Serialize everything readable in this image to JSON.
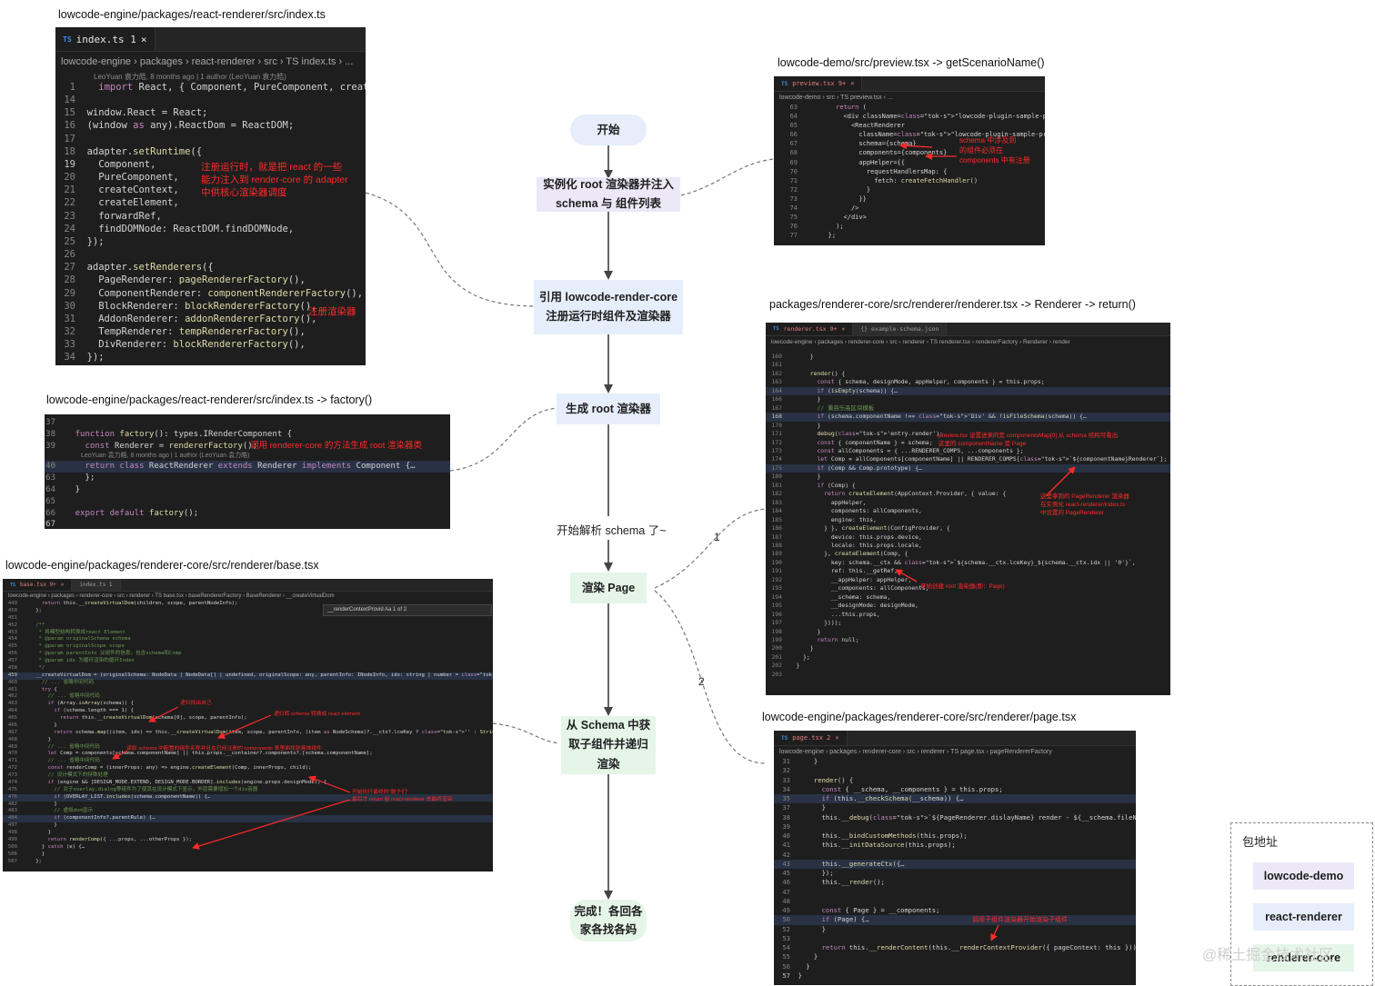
{
  "captions": {
    "index_ts": "lowcode-engine/packages/react-renderer/src/index.ts",
    "preview": "lowcode-demo/src/preview.tsx -> getScenarioName()",
    "renderer": "packages/renderer-core/src/renderer/renderer.tsx -> Renderer -> return()",
    "factory": "lowcode-engine/packages/react-renderer/src/index.ts -> factory()",
    "base": "lowcode-engine/packages/renderer-core/src/renderer/base.tsx",
    "page": "lowcode-engine/packages/renderer-core/src/renderer/page.tsx"
  },
  "panel_index": {
    "tab": "index.ts 1",
    "breadcrumb": "lowcode-engine › packages › react-renderer › src › TS index.ts › ...",
    "blame": "LeoYuan 袁力皓, 8 months ago | 1 author (LeoYuan 袁力皓)",
    "lines": [
      {
        "n": "1",
        "t": "  import React, { Component, PureComponent, createEleme"
      },
      {
        "n": "14",
        "t": ""
      },
      {
        "n": "15",
        "t": "window.React = React;"
      },
      {
        "n": "16",
        "t": "(window as any).ReactDom = ReactDOM;"
      },
      {
        "n": "17",
        "t": ""
      },
      {
        "n": "18",
        "t": "adapter.setRuntime({"
      },
      {
        "n": "19",
        "t": "  Component,"
      },
      {
        "n": "20",
        "t": "  PureComponent,"
      },
      {
        "n": "21",
        "t": "  createContext,"
      },
      {
        "n": "22",
        "t": "  createElement,"
      },
      {
        "n": "23",
        "t": "  forwardRef,"
      },
      {
        "n": "24",
        "t": "  findDOMNode: ReactDOM.findDOMNode,"
      },
      {
        "n": "25",
        "t": "});"
      },
      {
        "n": "26",
        "t": ""
      },
      {
        "n": "27",
        "t": "adapter.setRenderers({"
      },
      {
        "n": "28",
        "t": "  PageRenderer: pageRendererFactory(),"
      },
      {
        "n": "29",
        "t": "  ComponentRenderer: componentRendererFactory(),"
      },
      {
        "n": "30",
        "t": "  BlockRenderer: blockRendererFactory(),"
      },
      {
        "n": "31",
        "t": "  AddonRenderer: addonRendererFactory(),"
      },
      {
        "n": "32",
        "t": "  TempRenderer: tempRendererFactory(),"
      },
      {
        "n": "33",
        "t": "  DivRenderer: blockRendererFactory(),"
      },
      {
        "n": "34",
        "t": "});"
      }
    ],
    "note1": "注册运行时，就是把 react 的一些\n能力注入到 render-core 的 adapter\n中供核心渲染器调度",
    "note2": "注册渲染器"
  },
  "panel_preview": {
    "tab": "preview.tsx 9+",
    "breadcrumb": "lowcode-demo › src › TS preview.tsx › ...",
    "lines": [
      {
        "n": "63",
        "t": "        return ("
      },
      {
        "n": "64",
        "t": "          <div className=\"lowcode-plugin-sample-preview\">"
      },
      {
        "n": "65",
        "t": "            <ReactRenderer"
      },
      {
        "n": "66",
        "t": "              className=\"lowcode-plugin-sample-preview-content\""
      },
      {
        "n": "67",
        "t": "              schema={schema}"
      },
      {
        "n": "68",
        "t": "              components={components}"
      },
      {
        "n": "69",
        "t": "              appHelper={{"
      },
      {
        "n": "70",
        "t": "                requestHandlersMap: {"
      },
      {
        "n": "71",
        "t": "                  fetch: createFetchHandler()"
      },
      {
        "n": "72",
        "t": "                }"
      },
      {
        "n": "73",
        "t": "              }}"
      },
      {
        "n": "74",
        "t": "            />"
      },
      {
        "n": "75",
        "t": "          </div>"
      },
      {
        "n": "76",
        "t": "        );"
      },
      {
        "n": "77",
        "t": "      };"
      }
    ],
    "note": "schema 中涉及到\n的组件必须在\ncomponents 中有注册"
  },
  "panel_renderer": {
    "tab1": "renderer.tsx 9+",
    "tab2": "{} example-schema.json",
    "breadcrumb": "lowcode-engine › packages › renderer-core › src › renderer › TS renderer.tsx › rendererFactory › Renderer › render",
    "lines": [
      {
        "n": "160",
        "t": "      }"
      },
      {
        "n": "161",
        "t": ""
      },
      {
        "n": "162",
        "t": "      render() {"
      },
      {
        "n": "163",
        "t": "        const { schema, designMode, appHelper, components } = this.props;"
      },
      {
        "n": "164",
        "t": "        if (isEmpty(schema)) {…"
      },
      {
        "n": "166",
        "t": "        }"
      },
      {
        "n": "167",
        "t": "        // 兼容乐高区块模板"
      },
      {
        "n": "168",
        "t": "        if (schema.componentName !== 'Div' && !isFileSchema(schema)) {…"
      },
      {
        "n": "170",
        "t": "        }"
      },
      {
        "n": "171",
        "t": "        debug('entry.render');"
      },
      {
        "n": "172",
        "t": "        const { componentName } = schema;"
      },
      {
        "n": "173",
        "t": "        const allComponents = { ...RENDERER_COMPS, ...components };"
      },
      {
        "n": "174",
        "t": "        let Comp = allComponents[componentName] || RENDERER_COMPS[`${componentName}Renderer`];"
      },
      {
        "n": "175",
        "t": "        if (Comp && Comp.prototype) {…"
      },
      {
        "n": "180",
        "t": "        }"
      },
      {
        "n": "181",
        "t": "        if (Comp) {"
      },
      {
        "n": "182",
        "t": "          return createElement(AppContext.Provider, { value: {"
      },
      {
        "n": "183",
        "t": "            appHelper,"
      },
      {
        "n": "184",
        "t": "            components: allComponents,"
      },
      {
        "n": "185",
        "t": "            engine: this,"
      },
      {
        "n": "186",
        "t": "          } }, createElement(ConfigProvider, {"
      },
      {
        "n": "187",
        "t": "            device: this.props.device,"
      },
      {
        "n": "188",
        "t": "            locale: this.props.locale,"
      },
      {
        "n": "189",
        "t": "          }, createElement(Comp, {"
      },
      {
        "n": "190",
        "t": "            key: schema.__ctx && `${schema.__ctx.lceKey}_${schema.__ctx.idx || '0'}`,"
      },
      {
        "n": "191",
        "t": "            ref: this.__getRef,"
      },
      {
        "n": "192",
        "t": "            __appHelper: appHelper,"
      },
      {
        "n": "193",
        "t": "            __components: allComponents,"
      },
      {
        "n": "194",
        "t": "            __schema: schema,"
      },
      {
        "n": "195",
        "t": "            __designMode: designMode,"
      },
      {
        "n": "196",
        "t": "            ...this.props,"
      },
      {
        "n": "197",
        "t": "          })));"
      },
      {
        "n": "198",
        "t": "        }"
      },
      {
        "n": "199",
        "t": "        return null;"
      },
      {
        "n": "200",
        "t": "      }"
      },
      {
        "n": "201",
        "t": "    };"
      },
      {
        "n": "202",
        "t": "  }"
      },
      {
        "n": "203",
        "t": ""
      }
    ],
    "note1": "preview.tsx 设置进来的是 componentsMap[0] 从 schema 结构可看出\n这里的 componentName 是 Page",
    "note2": "这里拿到的 PageRenderer 渲染器\n在实例化 react-renderer/index.ts\n中设置的 PageRenderer",
    "note3": "开始创建 root 渲染器(即：Page)"
  },
  "panel_factory": {
    "blame": "LeoYuan 袁力皓, 8 months ago | 1 author (LeoYuan 袁力皓)",
    "lines": [
      {
        "n": "37",
        "t": ""
      },
      {
        "n": "38",
        "t": "  function factory(): types.IRenderComponent {"
      },
      {
        "n": "39",
        "t": "    const Renderer = rendererFactory();"
      },
      {
        "n": "40",
        "t": "    return class ReactRenderer extends Renderer implements Component {…"
      },
      {
        "n": "63",
        "t": "    };"
      },
      {
        "n": "64",
        "t": "  }"
      },
      {
        "n": "65",
        "t": ""
      },
      {
        "n": "66",
        "t": "  export default factory();"
      },
      {
        "n": "67",
        "t": ""
      }
    ],
    "note": "调用 renderer-core 的方法生成 root 渲染器类"
  },
  "panel_base": {
    "tab1": "base.tsx 9+",
    "tab2": "index.ts 1",
    "breadcrumb": "lowcode-engine › packages › renderer-core › src › renderer › TS base.tsx › baseRendererFactory › BaseRenderer › __createVirtualDom",
    "find": "__renderContextProvid  Aa  1 of 2",
    "lines": [
      {
        "n": "449",
        "t": "      return this.__createVirtualDom(children, scope, parentNodeInfo);"
      },
      {
        "n": "450",
        "t": "    };"
      },
      {
        "n": "451",
        "t": ""
      },
      {
        "n": "452",
        "t": "    /**"
      },
      {
        "n": "453",
        "t": "     * 将模型结构转换成react Element"
      },
      {
        "n": "454",
        "t": "     * @param originalSchema schema"
      },
      {
        "n": "455",
        "t": "     * @param originalScope scope"
      },
      {
        "n": "456",
        "t": "     * @param parentInfo 父组件的信息，包含schema和Comp"
      },
      {
        "n": "457",
        "t": "     * @param idx 为循环渲染的循环Index"
      },
      {
        "n": "458",
        "t": "     */"
      },
      {
        "n": "459",
        "t": "    __createVirtualDom = (originalSchema: NodeData | NodeData[] | undefined, originalScope: any, parentInfo: INodeInfo, idx: string | number = ''): any => {"
      },
      {
        "n": "460",
        "t": "      // ... 省略中间代码"
      },
      {
        "n": "461",
        "t": "      try {"
      },
      {
        "n": "462",
        "t": "        // ... 省略中间代码"
      },
      {
        "n": "463",
        "t": "        if (Array.isArray(schema)) {"
      },
      {
        "n": "464",
        "t": "          if (schema.length === 1) {"
      },
      {
        "n": "465",
        "t": "            return this.__createVirtualDom(schema[0], scope, parentInfo);"
      },
      {
        "n": "466",
        "t": "          }"
      },
      {
        "n": "467",
        "t": "          return schema.map((item, idx) => this.__createVirtualDom(item, scope, parentInfo, (item as NodeSchema)?.__ctx?.lceKey ? '' : String(idx)));"
      },
      {
        "n": "468",
        "t": "        }"
      },
      {
        "n": "469",
        "t": "        // ... 省略中间代码"
      },
      {
        "n": "470",
        "t": "        let Comp = components[schema.componentName] || this.props.__container?.components?.[schema.componentName];"
      },
      {
        "n": "471",
        "t": "        // ... 省略中间代码"
      },
      {
        "n": "472",
        "t": "        const renderComp = (innerProps: any) => engine.createElement(Comp, innerProps, child);"
      },
      {
        "n": "473",
        "t": "        // 设计模式下的特殊处理"
      },
      {
        "n": "474",
        "t": "        if (engine && [DESIGN_MODE.EXTEND, DESIGN_MODE.BORDER].includes(engine.props.designMode)) {"
      },
      {
        "n": "475",
        "t": "          // 对于overlay,dialog等组件为了使其在设计模式下显示，外层需要增加一个div容器"
      },
      {
        "n": "476",
        "t": "          if (OVERLAY_LIST.includes(schema.componentName)) {…"
      },
      {
        "n": "482",
        "t": "          }"
      },
      {
        "n": "483",
        "t": "          // 虚拟dom显示"
      },
      {
        "n": "484",
        "t": "          if (componentInfo?.parentRule) {…"
      },
      {
        "n": "497",
        "t": "          }"
      },
      {
        "n": "498",
        "t": "        }"
      },
      {
        "n": "499",
        "t": "        return renderComp({ ...props, ...otherProps });"
      },
      {
        "n": "500",
        "t": "      } catch (e) {…"
      },
      {
        "n": "506",
        "t": "      }"
      },
      {
        "n": "507",
        "t": "    };"
      }
    ],
    "note1": "递归找出自己",
    "note2": "递归转 schema 转换成 react element",
    "note3": "读取 schema 中配置的组件名称并且在已经注册的 components 表里面找到具体组件",
    "note4": "开始执行最终的\"脱子们\"\n最后才 return 给 react-renderer 去最终渲染"
  },
  "panel_page": {
    "tab": "page.tsx 2",
    "breadcrumb": "lowcode-engine › packages › renderer-core › src › renderer › TS page.tsx › pageRendererFactory",
    "lines": [
      {
        "n": "31",
        "t": "    }"
      },
      {
        "n": "32",
        "t": ""
      },
      {
        "n": "33",
        "t": "    render() {"
      },
      {
        "n": "34",
        "t": "      const { __schema, __components } = this.props;"
      },
      {
        "n": "35",
        "t": "      if (this.__checkSchema(__schema)) {…"
      },
      {
        "n": "37",
        "t": "      }"
      },
      {
        "n": "38",
        "t": "      this.__debug(`${PageRenderer.dislayName} render - ${__schema.fileName}`);"
      },
      {
        "n": "39",
        "t": ""
      },
      {
        "n": "40",
        "t": "      this.__bindCustomMethods(this.props);"
      },
      {
        "n": "41",
        "t": "      this.__initDataSource(this.props);"
      },
      {
        "n": "42",
        "t": ""
      },
      {
        "n": "43",
        "t": "      this.__generateCtx({…"
      },
      {
        "n": "45",
        "t": "      });"
      },
      {
        "n": "46",
        "t": "      this.__render();"
      },
      {
        "n": "47",
        "t": ""
      },
      {
        "n": "48",
        "t": ""
      },
      {
        "n": "49",
        "t": "      const { Page } = __components;"
      },
      {
        "n": "50",
        "t": "      if (Page) {…"
      },
      {
        "n": "52",
        "t": "      }"
      },
      {
        "n": "53",
        "t": ""
      },
      {
        "n": "54",
        "t": "      return this.__renderContent(this.__renderContextProvider({ pageContext: this }));"
      },
      {
        "n": "55",
        "t": "    }"
      },
      {
        "n": "56",
        "t": "  }"
      },
      {
        "n": "57",
        "t": "}"
      }
    ],
    "note": "调用子组件渲染器开始渲染子组件"
  },
  "flow": {
    "start": "开始",
    "instantiate": "实例化 root 渲染器并注入\nschema 与 组件列表",
    "import": "引用 lowcode-render-core\n注册运行时组件及渲染器",
    "gen": "生成 root 渲染器",
    "parse": "开始解析 schema 了~",
    "render_page": "渲染 Page",
    "from_schema": "从 Schema 中获\n取子组件并递归\n渲染",
    "done": "完成！各回各\n家各找各妈",
    "edge1": "1",
    "edge2": "2"
  },
  "legend": {
    "title": "包地址",
    "items": [
      "lowcode-demo",
      "react-renderer",
      "renderer-core"
    ]
  },
  "watermark": "@稀土掘金技术社区",
  "colors": {
    "blue_node": "#e6edfb",
    "lavender_node": "#ece8f8",
    "green_node": "#e5f5e8",
    "annotation_red": "#ff2a2a",
    "code_bg": "#1e1e1e"
  }
}
